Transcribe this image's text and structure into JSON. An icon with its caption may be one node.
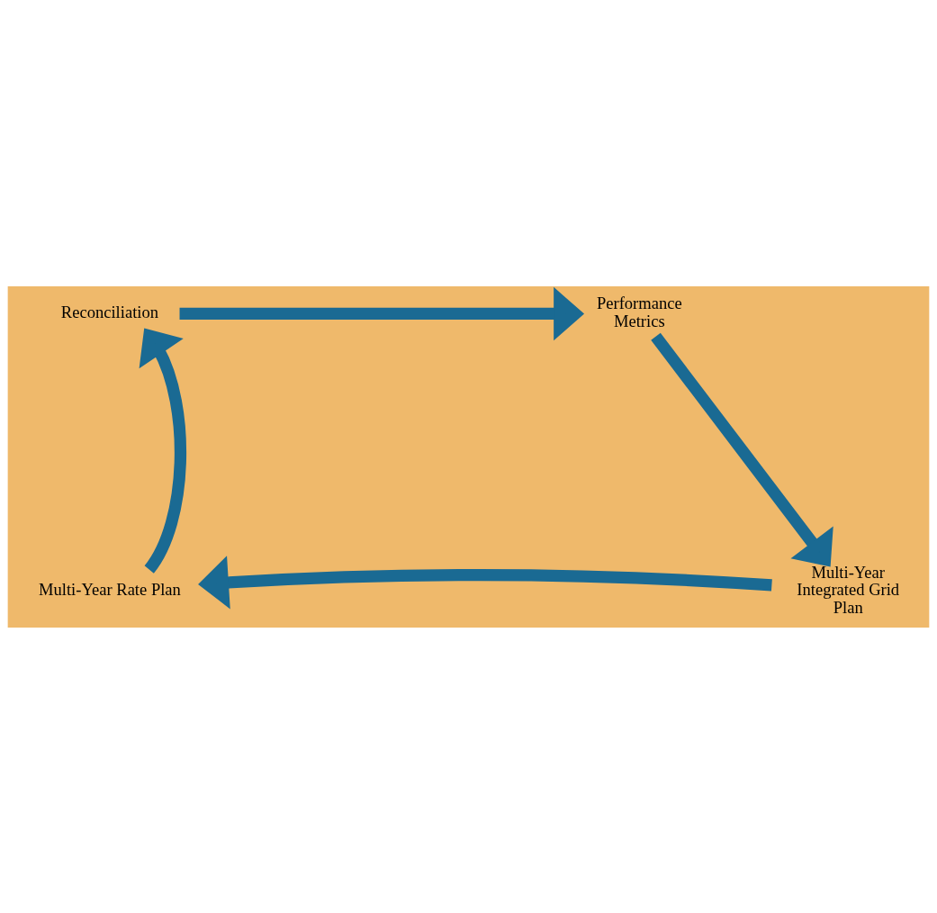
{
  "diagram": {
    "nodes": [
      {
        "text": [
          "Reconciliation"
        ]
      },
      {
        "text": [
          "Performance Metrics"
        ]
      },
      {
        "text": [
          "Multi-Year Integrated Grid Plan"
        ]
      },
      {
        "text": [
          "Multi-Year Rate Plan"
        ]
      }
    ],
    "edges": [
      {
        "from": 0,
        "to": 1,
        "arrow": "to"
      },
      {
        "from": 1,
        "to": 2,
        "arrow": "to"
      },
      {
        "from": 2,
        "to": 3,
        "arrow": "to"
      },
      {
        "from": 3,
        "to": 0,
        "arrow": "to"
      }
    ]
  }
}
